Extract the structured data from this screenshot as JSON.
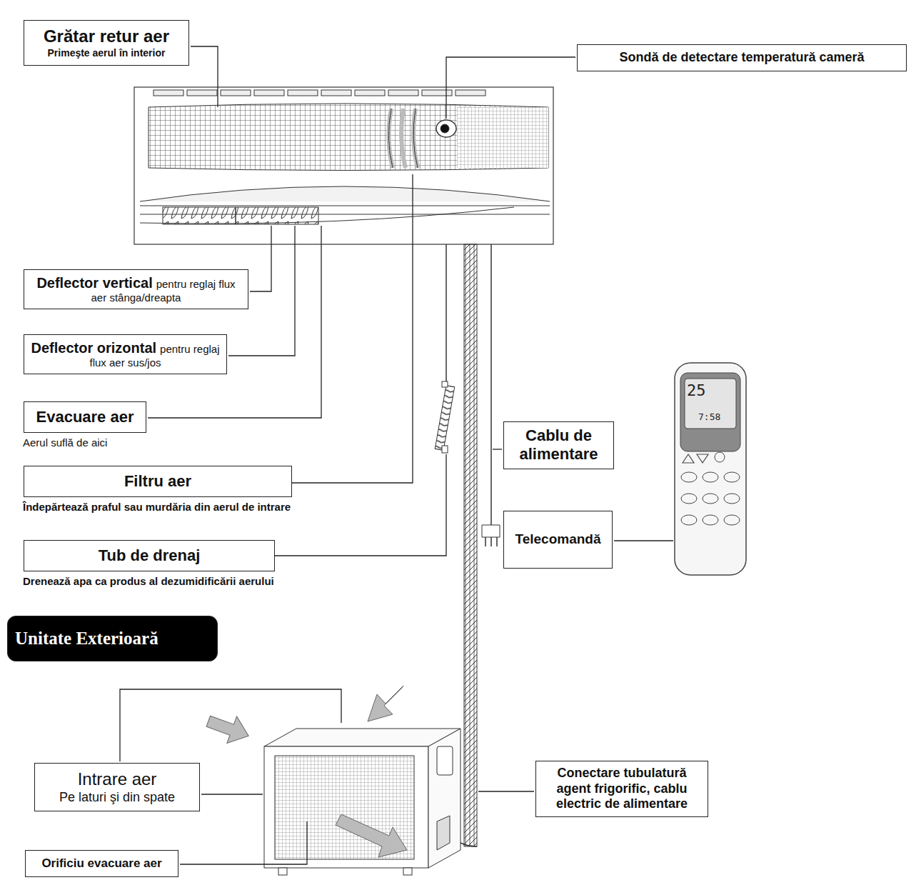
{
  "diagram": {
    "nodes": [
      {
        "text": [
          "Grătar retur aer",
          "Primeşte aerul în interior"
        ]
      },
      {
        "text": [
          "Sondă de detectare temperatură cameră"
        ]
      },
      {
        "text": [
          "Deflector vertical",
          "pentru reglaj flux aer stânga/dreapta"
        ]
      },
      {
        "text": [
          "Deflector orizontal",
          "pentru reglaj flux aer sus/jos"
        ]
      },
      {
        "text": [
          "Evacuare aer",
          "Aerul suflă de aici"
        ]
      },
      {
        "text": [
          "Filtru aer",
          "Îndepărtează praful sau murdăria din aerul de intrare"
        ]
      },
      {
        "text": [
          "Tub de drenaj",
          "Drenează apa ca produs al dezumidificării aerului"
        ]
      },
      {
        "text": [
          "Cablu de alimentare"
        ]
      },
      {
        "text": [
          "Telecomandă"
        ]
      },
      {
        "text": [
          "Unitate Exterioară"
        ]
      },
      {
        "text": [
          "Intrare aer",
          "Pe laturi şi din spate"
        ]
      },
      {
        "text": [
          "Conectare tubulatură agent frigorific, cablu electric de alimentare"
        ]
      },
      {
        "text": [
          "Orificiu evacuare aer"
        ]
      }
    ],
    "labels": [
      "25",
      "7:58"
    ]
  }
}
